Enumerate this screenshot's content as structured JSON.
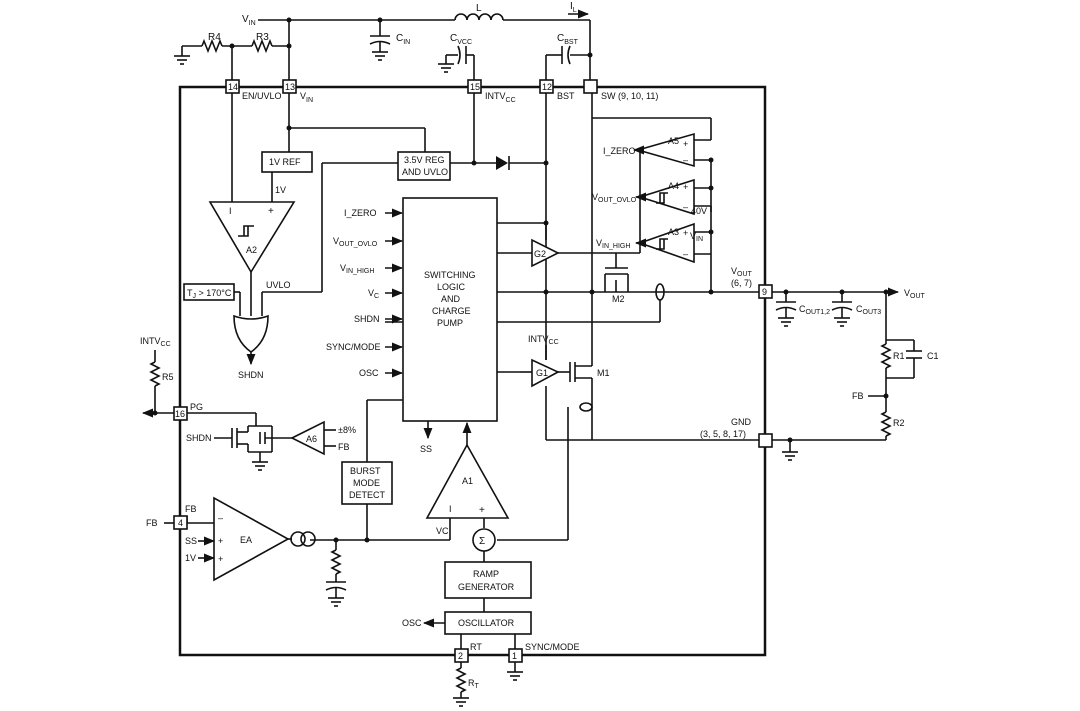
{
  "labels": {
    "vin_top": "V",
    "vin_top_sub": "IN",
    "l": "L",
    "il": "I",
    "il_sub": "L",
    "cin": "C",
    "cin_sub": "IN",
    "r4": "R4",
    "r3": "R3",
    "cvcc": "C",
    "cvcc_sub": "VCC",
    "cbst": "C",
    "cbst_sub": "BST",
    "pin14": "14",
    "pin13": "13",
    "pin15": "15",
    "pin12": "12",
    "en_uvlo": "EN/UVLO",
    "vin_pin": "V",
    "vin_pin_sub": "IN",
    "intvcc_pin": "INTV",
    "intvcc_pin_sub": "CC",
    "bst": "BST",
    "sw": "SW (9, 10, 11)",
    "ref1v": "1V REF",
    "reg": "3.5V REG",
    "reg2": "AND UVLO",
    "v1": "1V",
    "a2": "A2",
    "a2_minus": "I",
    "a2_plus": "+",
    "tj": "T",
    "tj_sub": "J",
    "tj_rest": " > 170°C",
    "uvlo": "UVLO",
    "shdn_or": "SHDN",
    "i_zero_in": "I_ZERO",
    "vout_ovlo_in": "V",
    "vout_ovlo_in_sub": "OUT_OVLO",
    "vin_high_in": "V",
    "vin_high_in_sub": "IN_HIGH",
    "vc_in": "V",
    "vc_in_sub": "C",
    "shdn_in": "SHDN",
    "sync_in": "SYNC/MODE",
    "osc_in": "OSC",
    "logic1": "SWITCHING",
    "logic2": "LOGIC",
    "logic3": "AND",
    "logic4": "CHARGE",
    "logic5": "PUMP",
    "ss_out": "SS",
    "g2": "G2",
    "g1": "G1",
    "m2": "M2",
    "m1": "M1",
    "a5": "A5",
    "a5_out": "I_ZERO",
    "a4": "A4",
    "a4_out": "V",
    "a4_out_sub": "OUT_OVLO",
    "v40": "40V",
    "a3": "A3",
    "a3_out": "V",
    "a3_out_sub": "IN_HIGH",
    "a3_in": "V",
    "a3_in_sub": "IN",
    "plus": "+",
    "minus": "–",
    "intvcc_g1": "INTV",
    "intvcc_g1_sub": "CC",
    "vout_pin": "V",
    "vout_pin_sub": "OUT",
    "vout_pins": "(6, 7)",
    "pin9": "9",
    "vout_ext": "V",
    "vout_ext_sub": "OUT",
    "cout12": "C",
    "cout12_sub": "OUT1,2",
    "cout3": "C",
    "cout3_sub": "OUT3",
    "r1": "R1",
    "c1": "C1",
    "fb_ext": "FB",
    "r2": "R2",
    "gnd": "GND",
    "gnd_pins": "(3, 5, 8, 17)",
    "intvcc_left": "INTV",
    "intvcc_left_sub": "CC",
    "r5": "R5",
    "pin16": "16",
    "pg": "PG",
    "shdn_pg": "SHDN",
    "a6": "A6",
    "pm8": "±8%",
    "fb_a6": "FB",
    "burst1": "BURST",
    "burst2": "MODE",
    "burst3": "DETECT",
    "a1": "A1",
    "a1_minus": "I",
    "a1_plus": "+",
    "vc_a1": "VC",
    "fb_left": "FB",
    "pin4": "4",
    "fb_pin": "FB",
    "ss_ea": "SS",
    "v1_ea": "1V",
    "ea": "EA",
    "sigma": "Σ",
    "ramp1": "RAMP",
    "ramp2": "GENERATOR",
    "osc_out": "OSC",
    "oscillator": "OSCILLATOR",
    "pin2": "2",
    "rt": "RT",
    "rt_ext": "R",
    "rt_ext_sub": "T",
    "pin1": "1",
    "sync_pin": "SYNC/MODE"
  }
}
